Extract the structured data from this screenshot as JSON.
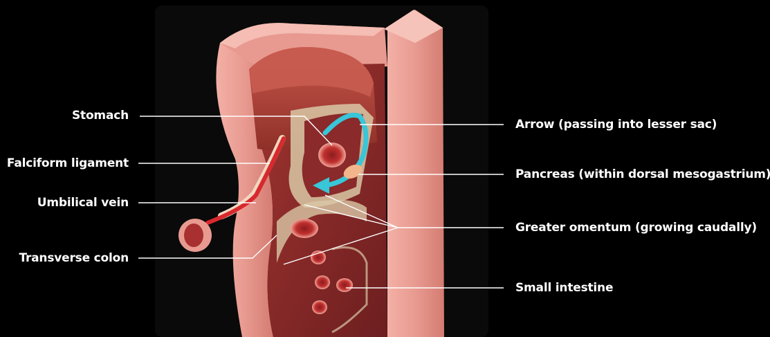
{
  "labels": {
    "stomach": "Stomach",
    "falciform": "Falciform ligament",
    "umbilical": "Umbilical vein",
    "transverse_colon": "Transverse colon",
    "arrow": "Arrow (passing into lesser sac)",
    "pancreas": "Pancreas (within dorsal mesogastrium)",
    "greater_omentum": "Greater omentum (growing caudally)",
    "small_intestine": "Small intestine"
  },
  "colors": {
    "background": "#000000",
    "panel": "#0a0a0a",
    "body_wall": "#e89a90",
    "body_wall_dark": "#c8706a",
    "cavity": "#8a2a2a",
    "stomach": "#b5473e",
    "mesentery": "#d9c8a6",
    "vessel": "#d8292e",
    "arrow": "#38c6d8",
    "pancreas": "#f2b58c",
    "leader_line": "#ffffff"
  }
}
